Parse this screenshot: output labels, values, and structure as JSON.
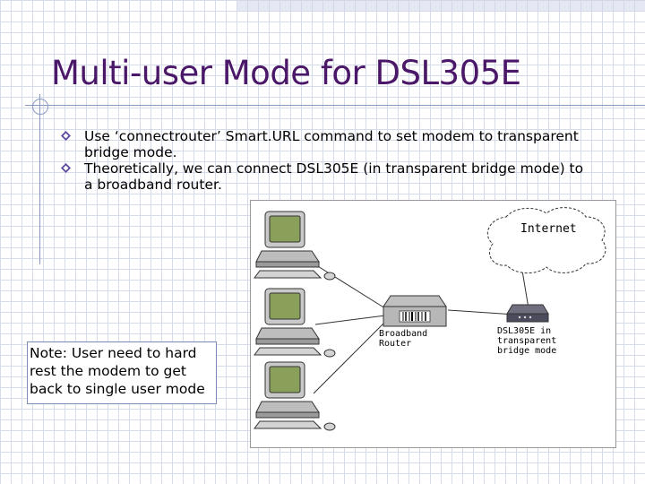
{
  "slide": {
    "title": "Multi-user Mode for DSL305E",
    "bullets": [
      {
        "line1": "Use ‘connectrouter’ Smart.URL command to set modem to transparent",
        "line2": "bridge mode."
      },
      {
        "line1": "Theoretically, we can connect DSL305E (in transparent bridge mode) to",
        "line2": "a broadband router."
      }
    ],
    "note": {
      "line1": "Note: User need to hard",
      "line2": "rest the modem to get",
      "line3": "back to single user mode"
    }
  },
  "diagram": {
    "internet_label": "Internet",
    "router_label_1": "Broadband",
    "router_label_2": "Router",
    "modem_label_1": "DSL305E in",
    "modem_label_2": "transparent",
    "modem_label_3": "bridge mode"
  },
  "colors": {
    "title": "#4b1768",
    "grid": "#d6dbe9",
    "accent_line": "#8a98c4",
    "bullet_marker": "#5b4aa0",
    "monitor_screen": "#8aa05a"
  }
}
